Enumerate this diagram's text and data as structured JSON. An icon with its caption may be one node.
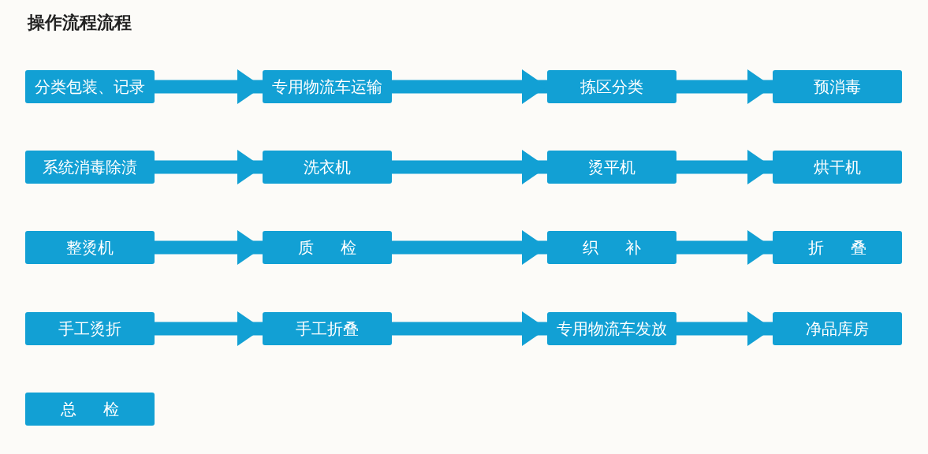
{
  "diagram": {
    "title": "操作流程流程",
    "nodes": [
      {
        "text": [
          "分类包装、记录"
        ]
      },
      {
        "text": [
          "专用物流车运输"
        ]
      },
      {
        "text": [
          "拣区分类"
        ]
      },
      {
        "text": [
          "预消毒"
        ]
      },
      {
        "text": [
          "系统消毒除渍"
        ]
      },
      {
        "text": [
          "洗衣机"
        ]
      },
      {
        "text": [
          "烫平机"
        ]
      },
      {
        "text": [
          "烘干机"
        ]
      },
      {
        "text": [
          "整烫机"
        ]
      },
      {
        "text": [
          "质 检"
        ]
      },
      {
        "text": [
          "织 补"
        ]
      },
      {
        "text": [
          "折 叠"
        ]
      },
      {
        "text": [
          "手工烫折"
        ]
      },
      {
        "text": [
          "手工折叠"
        ]
      },
      {
        "text": [
          "专用物流车发放"
        ]
      },
      {
        "text": [
          "净品库房"
        ]
      },
      {
        "text": [
          "总 检"
        ]
      }
    ],
    "edges": [
      {
        "from": 0,
        "to": 1,
        "arrow": "to"
      },
      {
        "from": 1,
        "to": 2,
        "arrow": "to"
      },
      {
        "from": 2,
        "to": 3,
        "arrow": "to"
      },
      {
        "from": 4,
        "to": 5,
        "arrow": "to"
      },
      {
        "from": 5,
        "to": 6,
        "arrow": "to"
      },
      {
        "from": 6,
        "to": 7,
        "arrow": "to"
      },
      {
        "from": 8,
        "to": 9,
        "arrow": "to"
      },
      {
        "from": 9,
        "to": 10,
        "arrow": "to"
      },
      {
        "from": 10,
        "to": 11,
        "arrow": "to"
      },
      {
        "from": 12,
        "to": 13,
        "arrow": "to"
      },
      {
        "from": 13,
        "to": 14,
        "arrow": "to"
      },
      {
        "from": 14,
        "to": 15,
        "arrow": "to"
      }
    ]
  }
}
